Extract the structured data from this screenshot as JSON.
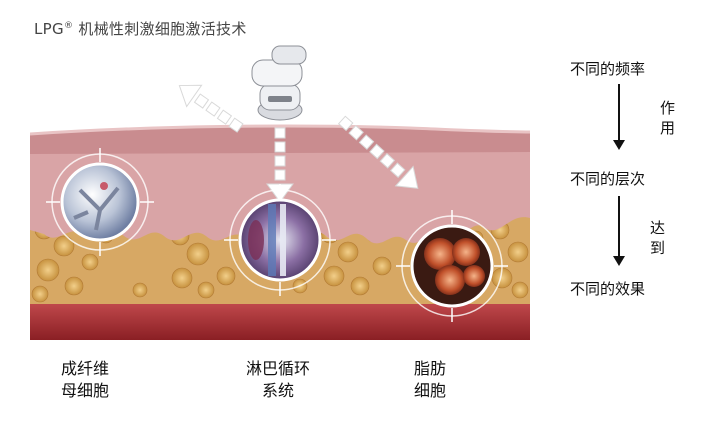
{
  "title": {
    "prefix": "LPG",
    "reg": "®",
    "rest": " 机械性刺激细胞激活技术"
  },
  "labels": {
    "fibroblast": [
      "成纤维",
      "母细胞"
    ],
    "lymph": [
      "淋巴循环",
      "系统"
    ],
    "fat": [
      "脂肪",
      "细胞"
    ]
  },
  "flow": {
    "step1": "不同的频率",
    "step2": "不同的层次",
    "step3": "不同的效果",
    "side1": [
      "作",
      "用"
    ],
    "side2": [
      "达",
      "到"
    ]
  },
  "colors": {
    "epidermis": "#c98f91",
    "dermis_pink": "#d7a3a5",
    "fat": "#d4a85e",
    "fat_dark": "#b8843a",
    "muscle": "#b0353a",
    "arrow_fill": "#ffffff"
  },
  "icons": [
    "lpg-device-icon",
    "arrow-icon",
    "cell-circle-icon"
  ]
}
